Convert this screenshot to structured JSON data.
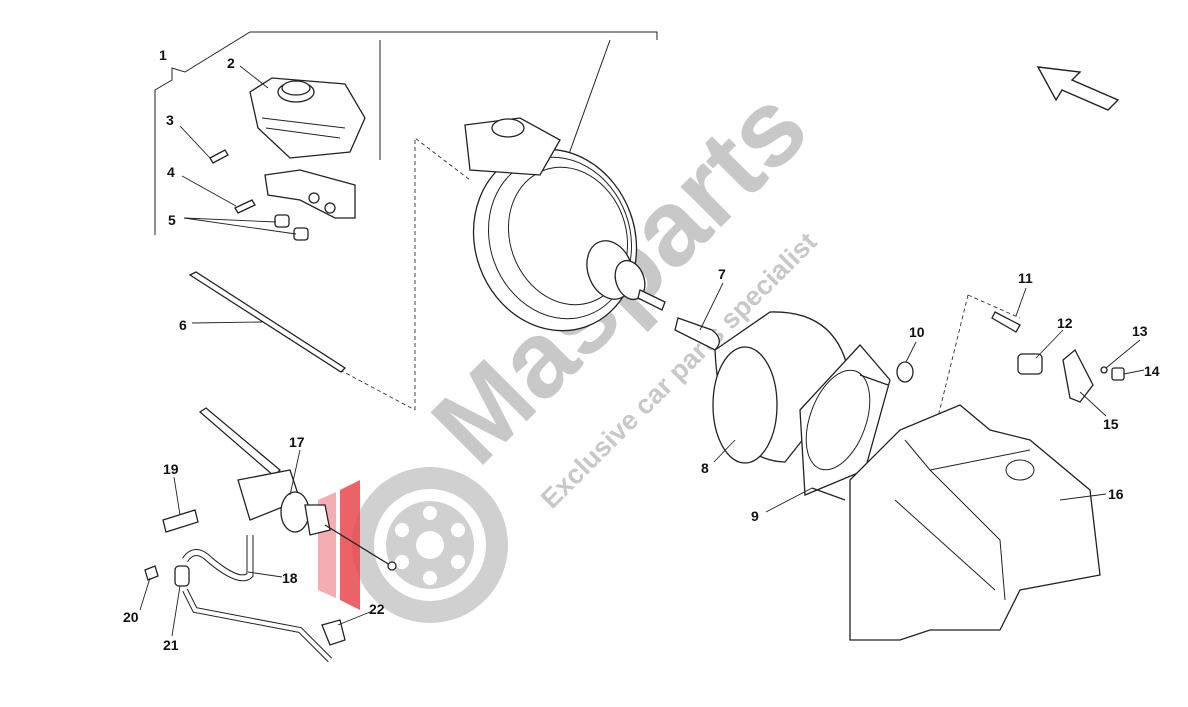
{
  "diagram": {
    "callouts": [
      "1",
      "2",
      "3",
      "4",
      "5",
      "6",
      "7",
      "8",
      "9",
      "10",
      "11",
      "12",
      "13",
      "14",
      "15",
      "16",
      "17",
      "18",
      "19",
      "20",
      "21",
      "22"
    ],
    "direction_icon": "arrow-up-left-icon"
  },
  "watermark": {
    "brand": "Masparts",
    "tagline": "Exclusive car parts specialist",
    "accent": "#e8474f",
    "gray": "#c8c8c8"
  }
}
